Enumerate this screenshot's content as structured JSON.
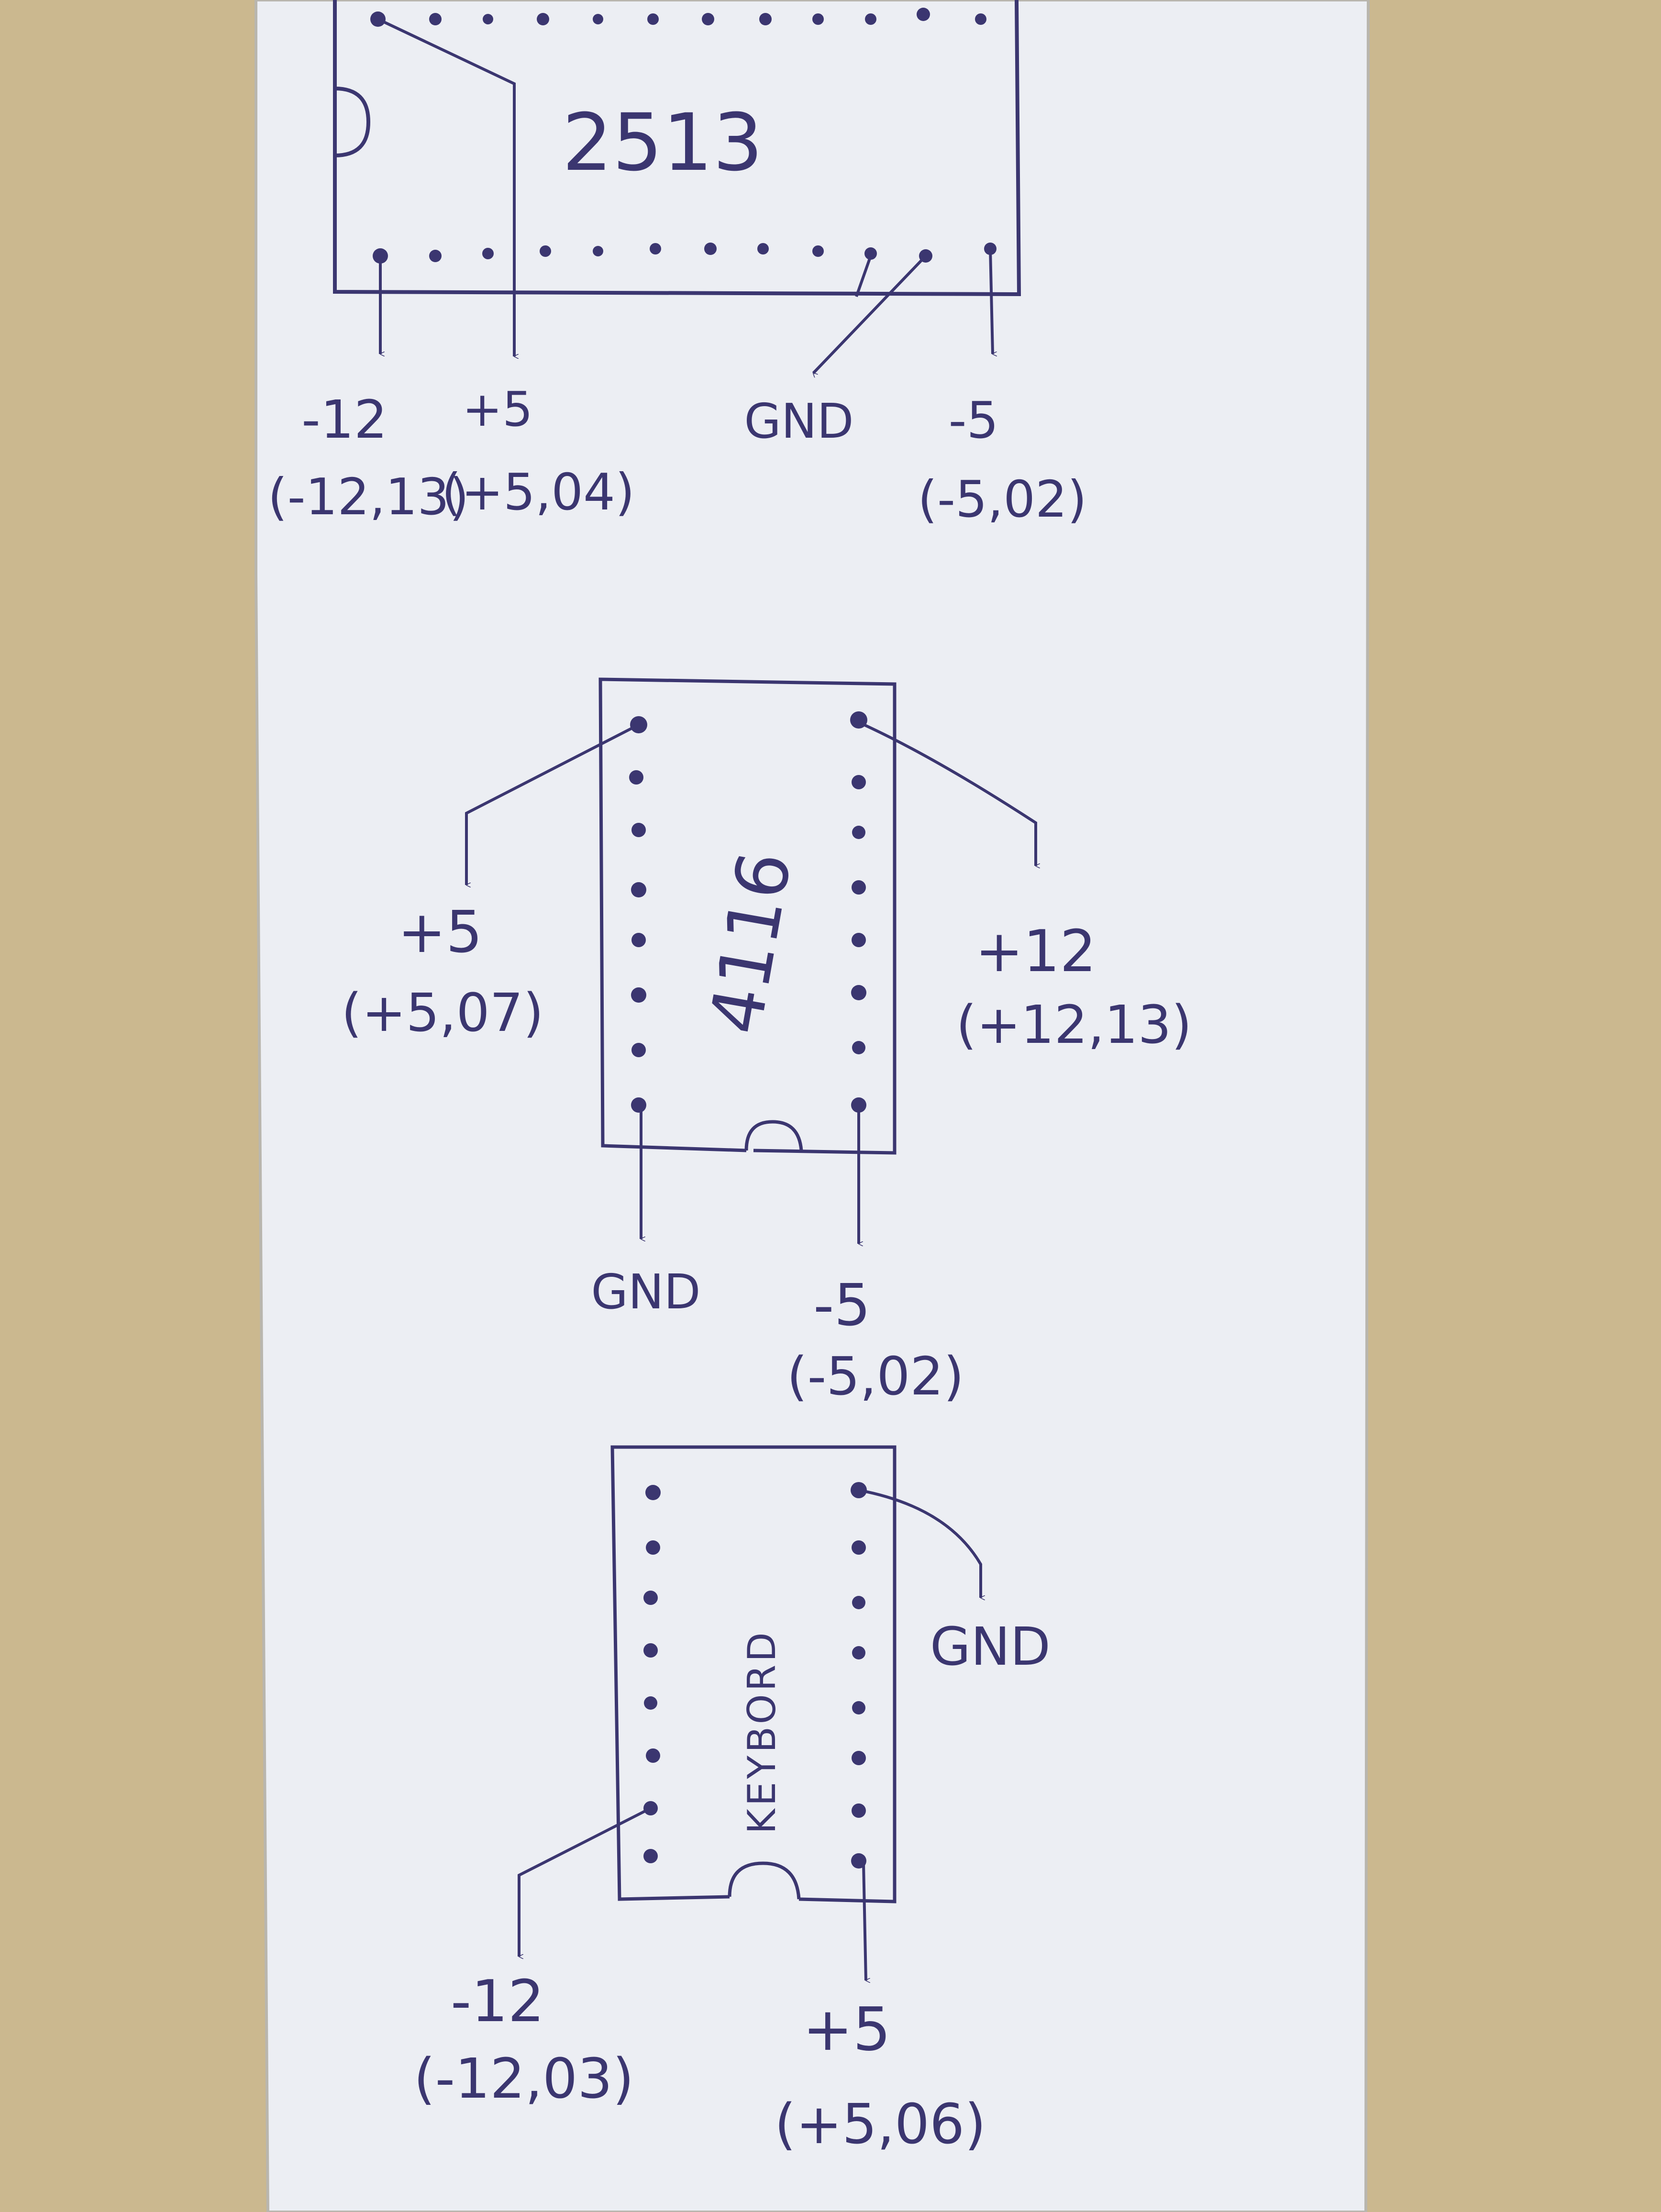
{
  "colors": {
    "ink": "#3b3670",
    "paper": "#eceef3",
    "background": "#cbb88f"
  },
  "chip_2513": {
    "label": "2513",
    "pins": [
      {
        "name": "-12",
        "value": "(-12,13)"
      },
      {
        "name": "+5",
        "value": "(+5,04)"
      },
      {
        "name": "GND",
        "value": ""
      },
      {
        "name": "-5",
        "value": "(-5,02)"
      }
    ]
  },
  "chip_4116": {
    "label": "4116",
    "pins": [
      {
        "name": "+5",
        "value": "(+5,07)"
      },
      {
        "name": "+12",
        "value": "(+12,13)"
      },
      {
        "name": "GND",
        "value": ""
      },
      {
        "name": "-5",
        "value": "(-5,02)"
      }
    ]
  },
  "chip_keyboard": {
    "label": "KEYBORD",
    "pins": [
      {
        "name": "GND",
        "value": ""
      },
      {
        "name": "-12",
        "value": "(-12,03)"
      },
      {
        "name": "+5",
        "value": "(+5,06)"
      }
    ]
  }
}
